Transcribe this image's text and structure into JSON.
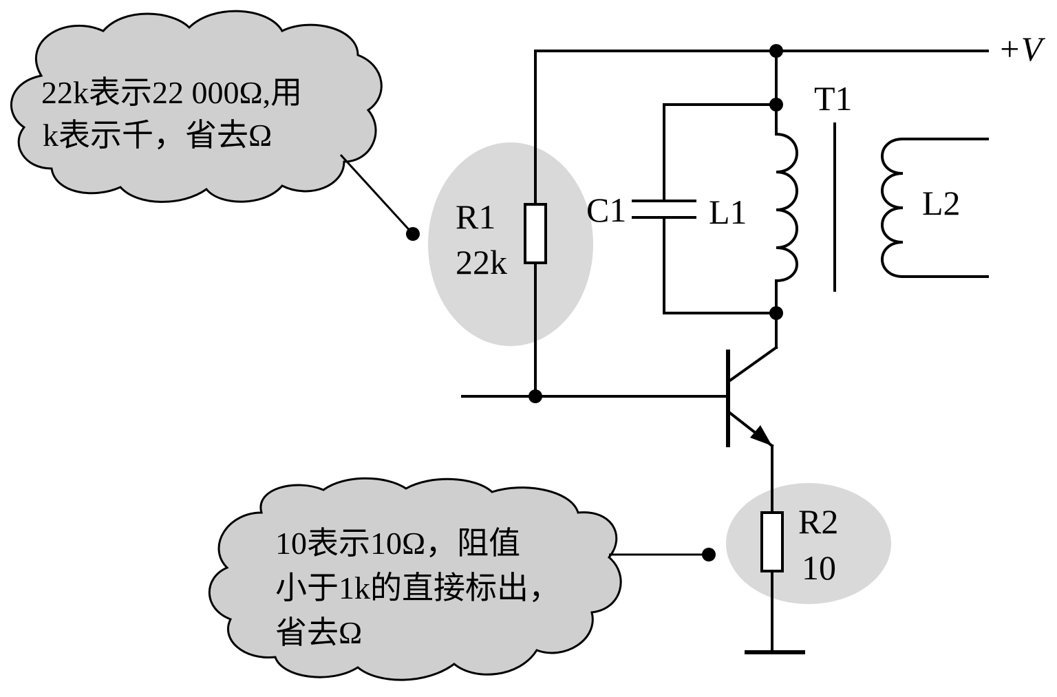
{
  "colors": {
    "cloud_fill": "#cfcfcf",
    "highlight_fill": "#d9d9d9",
    "ink": "#000000"
  },
  "supply": {
    "label": "+V"
  },
  "transformer": {
    "label": "T1"
  },
  "components": {
    "r1": {
      "name": "R1",
      "value": "22k"
    },
    "r2": {
      "name": "R2",
      "value": "10"
    },
    "c1": {
      "name": "C1"
    },
    "l1": {
      "name": "L1"
    },
    "l2": {
      "name": "L2"
    }
  },
  "notes": {
    "top": {
      "lines": [
        "22k表示22 000Ω,用",
        "k表示千，省去Ω"
      ]
    },
    "bottom": {
      "lines": [
        "10表示10Ω，阻值",
        "小于1k的直接标出，",
        "省去Ω"
      ]
    }
  }
}
